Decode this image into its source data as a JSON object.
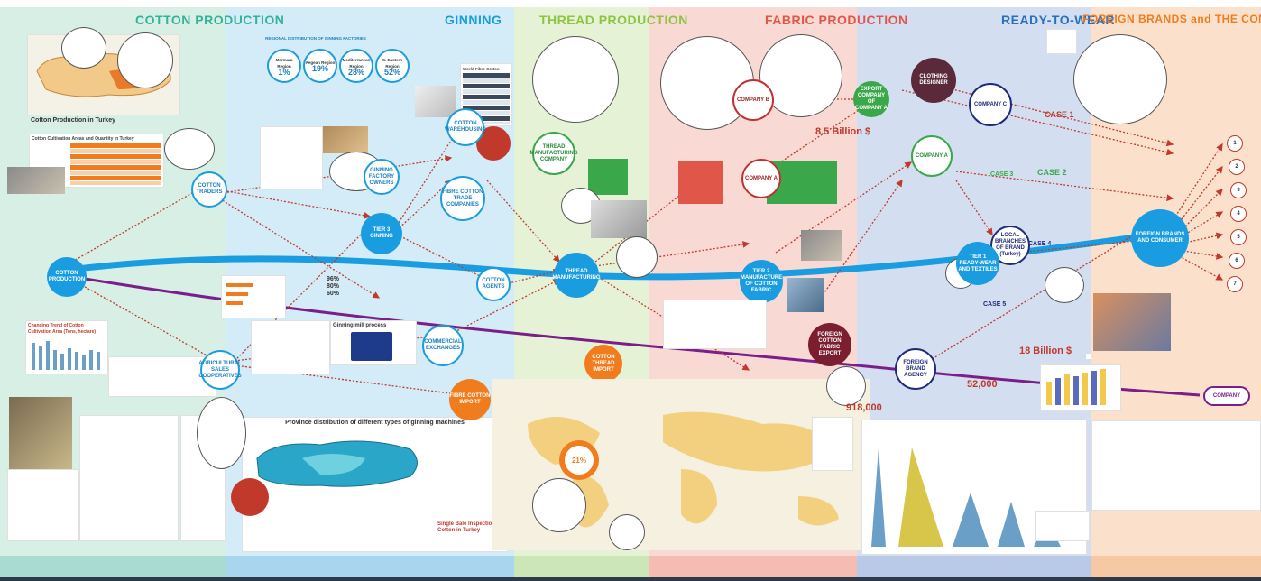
{
  "sections": [
    {
      "title": "COTTON PRODUCTION",
      "color": "#33b39a"
    },
    {
      "title": "GINNING",
      "color": "#1a9de0"
    },
    {
      "title": "THREAD PRODUCTION",
      "color": "#8cc63f"
    },
    {
      "title": "FABRIC PRODUCTION",
      "color": "#e0574a"
    },
    {
      "title": "READY-TO-WEAR",
      "color": "#2a6fc0"
    },
    {
      "title": "FOREIGN BRANDS and THE CONSUMER",
      "color": "#f07c1e"
    }
  ],
  "regions": {
    "title": "REGIONAL DISTRIBUTION OF GINNING FACTORIES",
    "items": [
      {
        "name": "Marmara Region",
        "value": "1%"
      },
      {
        "name": "Aegean Region",
        "value": "19%"
      },
      {
        "name": "Mediterranean Region",
        "value": "28%"
      },
      {
        "name": "S. Eastern Region",
        "value": "52%"
      }
    ]
  },
  "nodes": {
    "cotton_production": "COTTON PRODUCTION",
    "cotton_traders": "COTTON TRADERS",
    "tier3": "TIER 3",
    "ginning": "GINNING",
    "ginning_factory_owners": "GINNING FACTORY OWNERS",
    "cotton_warehousing": "COTTON WAREHOUSING",
    "fibre_cotton_trade_companies": "FIBRE COTTON TRADE COMPANIES",
    "cotton_agents": "COTTON AGENTS",
    "commercial_exchanges": "COMMERCIAL EXCHANGES",
    "agricultural_sales_cooperatives": "AGRICULTURAL SALES COOPERATIVES",
    "thread_manufacturing_company": "THREAD MANUFACTURING COMPANY",
    "thread_manufacturing": "THREAD MANUFACTURING",
    "fibre_cotton_import": "FIBRE COTTON IMPORT",
    "cotton_thread_import": "COTTON THREAD IMPORT",
    "company_b": "COMPANY B",
    "company_a_fabric": "COMPANY A",
    "tier2": "TIER 2",
    "manufacture_cotton_fabric": "MANUFACTURE OF COTTON FABRIC",
    "foreign_cotton_fabric_export": "FOREIGN COTTON FABRIC EXPORT",
    "export_company": "EXPORT COMPANY OF COMPANY A",
    "clothing_designer": "CLOTHING DESIGNER",
    "company_c": "COMPANY C",
    "company_a_rtw": "COMPANY A",
    "local_branches": "LOCAL BRANCHES OF BRAND (Turkey)",
    "tier1": "TIER 1",
    "ready_wear": "READY-WEAR AND TEXTILES",
    "foreign_brand_agency": "FOREIGN BRAND AGENCY",
    "foreign_brands_consumer": "FOREIGN BRANDS AND CONSUMER",
    "company": "COMPANY"
  },
  "figures": {
    "export_value": "8.5 Billion $",
    "rtw_value": "18 Billion $",
    "workers_1": "918,000",
    "workers_2": "52,000",
    "pie_share": "21%",
    "pct_96": "96%",
    "pct_80": "80%",
    "pct_60": "60%"
  },
  "case_labels": [
    "CASE 1",
    "CASE 2",
    "CASE 3",
    "CASE 4",
    "CASE 5"
  ],
  "outputs": [
    "1",
    "2",
    "3",
    "4",
    "5",
    "6",
    "7"
  ],
  "panel_titles": {
    "cotton_turkey": "Cotton Production in Turkey",
    "cultivation_areas": "Cotton Cultivation Areas and Quantity in Turkey",
    "changing_trend": "Changing Trend of Cotton Cultivation Area (Tons, hectare)",
    "ginning_mill": "Ginning mill process",
    "province_distribution": "Province distribution of different types of ginning machines",
    "single_bale": "Single Bale Inspection of Cotton in Turkey",
    "world_fibre": "World Fibre Cotton Production (Thousand tons)"
  },
  "colors": {
    "flow_blue": "#1a9de0",
    "flow_purple": "#7a1e8a",
    "arrow_red": "#c0392b",
    "footer": "#2c3a4a"
  }
}
